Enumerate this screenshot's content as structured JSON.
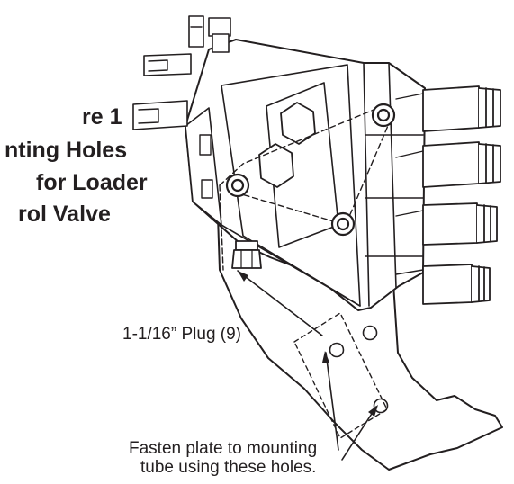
{
  "title_lines": [
    "re 1",
    "nting Holes",
    "for Loader",
    "rol Valve"
  ],
  "callouts": {
    "plug": "1-1/16” Plug (9)",
    "fasten_line1": "Fasten plate to mounting",
    "fasten_line2": "tube using these holes."
  },
  "colors": {
    "ink": "#231f20",
    "paper": "#ffffff"
  }
}
